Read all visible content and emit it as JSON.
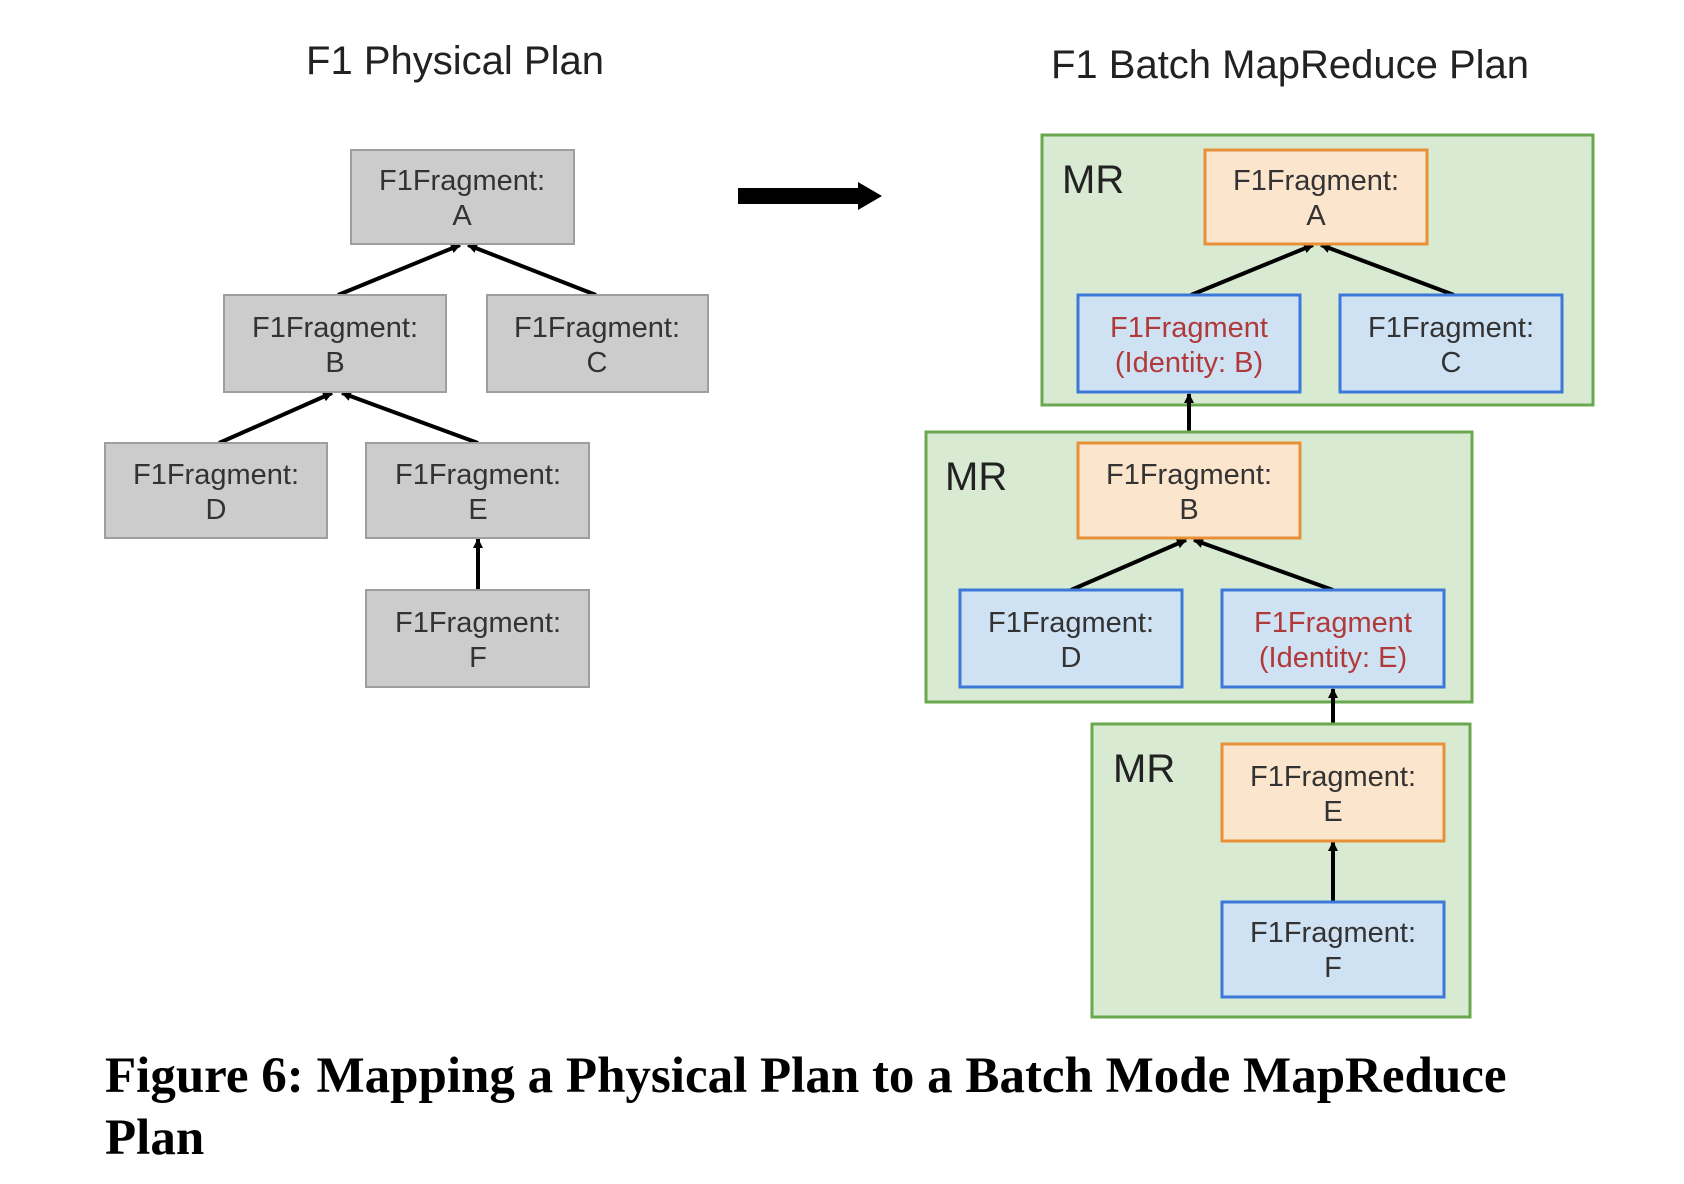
{
  "left_title": "F1 Physical Plan",
  "right_title": "F1 Batch MapReduce Plan",
  "colors": {
    "gray_fill": "#cccccc",
    "gray_stroke": "#9e9e9e",
    "orange_fill": "#fce5cd",
    "orange_stroke": "#e69138",
    "blue_fill": "#cfe2f3",
    "blue_stroke": "#3c78d8",
    "green_fill": "#d9ead3",
    "green_stroke": "#6aa84f",
    "highlight_text": "#b03a3a"
  },
  "physical_plan": {
    "nodes": {
      "A": {
        "line1": "F1Fragment:",
        "line2": "A"
      },
      "B": {
        "line1": "F1Fragment:",
        "line2": "B"
      },
      "C": {
        "line1": "F1Fragment:",
        "line2": "C"
      },
      "D": {
        "line1": "F1Fragment:",
        "line2": "D"
      },
      "E": {
        "line1": "F1Fragment:",
        "line2": "E"
      },
      "F": {
        "line1": "F1Fragment:",
        "line2": "F"
      }
    }
  },
  "mapreduce_plan": {
    "stages": [
      {
        "label": "MR",
        "nodes": {
          "A": {
            "line1": "F1Fragment:",
            "line2": "A"
          },
          "B_identity": {
            "line1": "F1Fragment",
            "line2": "(Identity: B)"
          },
          "C": {
            "line1": "F1Fragment:",
            "line2": "C"
          }
        }
      },
      {
        "label": "MR",
        "nodes": {
          "B": {
            "line1": "F1Fragment:",
            "line2": "B"
          },
          "D": {
            "line1": "F1Fragment:",
            "line2": "D"
          },
          "E_identity": {
            "line1": "F1Fragment",
            "line2": "(Identity: E)"
          }
        }
      },
      {
        "label": "MR",
        "nodes": {
          "E": {
            "line1": "F1Fragment:",
            "line2": "E"
          },
          "F": {
            "line1": "F1Fragment:",
            "line2": "F"
          }
        }
      }
    ]
  },
  "caption": "Figure 6: Mapping a Physical Plan to a Batch Mode MapReduce Plan"
}
